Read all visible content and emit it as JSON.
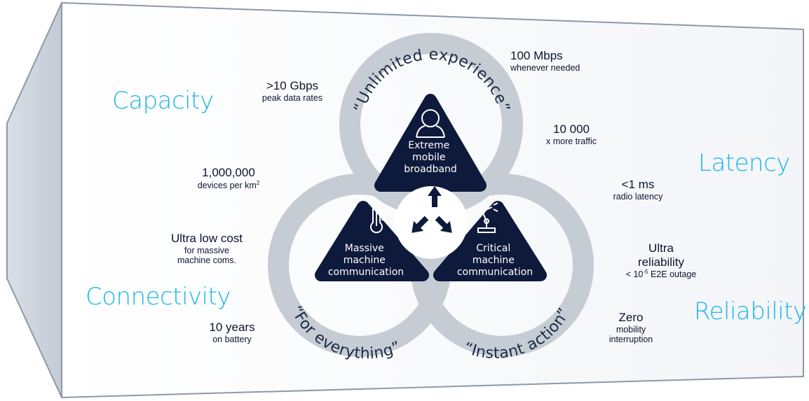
{
  "categories": {
    "capacity": "Capacity",
    "latency": "Latency",
    "connectivity": "Connectivity",
    "reliability": "Reliability"
  },
  "kpis": {
    "peak": {
      "big": ">10 Gbps",
      "small": "peak data rates"
    },
    "mbps": {
      "big": "100 Mbps",
      "small": "whenever needed"
    },
    "traffic": {
      "big": "10 000",
      "small": "x more traffic"
    },
    "devices": {
      "big": "1,000,000",
      "small": "devices per km",
      "sup": "2"
    },
    "latency": {
      "big": "<1 ms",
      "small": "radio latency"
    },
    "cost": {
      "big": "Ultra low cost",
      "small1": "for massive",
      "small2": "machine coms."
    },
    "reliability": {
      "big1": "Ultra",
      "big2": "reliability",
      "small_pre": "< 10",
      "sup": "-5",
      "small_post": " E2E outage"
    },
    "battery": {
      "big1": "10 years",
      "small": "on battery"
    },
    "mobility": {
      "big": "Zero",
      "small1": "mobility",
      "small2": "interruption"
    }
  },
  "rings": {
    "top": "“Unlimited experience”",
    "left": "“For everything”",
    "right": "“Instant action”"
  },
  "triangles": {
    "top": [
      "Extreme",
      "mobile",
      "broadband"
    ],
    "left": [
      "Massive",
      "machine",
      "communication"
    ],
    "right": [
      "Critical",
      "machine",
      "communication"
    ]
  },
  "icons": {
    "top": "person-icon",
    "left": "thermometer-icon",
    "right": "robot-arm-icon",
    "center": "three-arrows-icon"
  },
  "colors": {
    "ring": "#c5ccd4",
    "triangle": "#0e1a3c",
    "accent": "#1fb6e8",
    "frame": "#9aa6b5"
  }
}
